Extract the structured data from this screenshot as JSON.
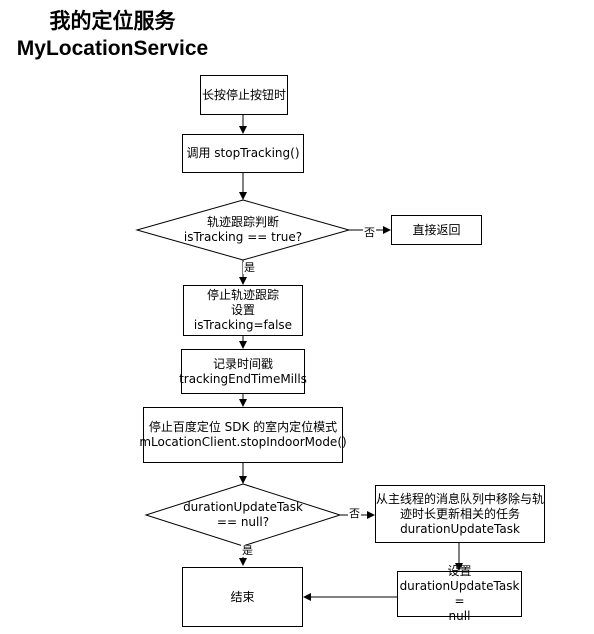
{
  "title_cn": "我的定位服务",
  "title_en": "MyLocationService",
  "nodes": {
    "long_press": "长按停止按钮时",
    "call_stop": "调用 stopTracking()",
    "check_tracking": "轨迹跟踪判断\nisTracking == true?",
    "return_direct": "直接返回",
    "stop_tracking": "停止轨迹跟踪\n设置\nisTracking=false",
    "record_time": "记录时间戳\ntrackingEndTimeMills",
    "stop_indoor": "停止百度定位 SDK 的室内定位模式\nmLocationClient.stopIndoorMode()",
    "check_task": "durationUpdateTask\n== null?",
    "remove_task": "从主线程的消息队列中移除与轨\n迹时长更新相关的任务\ndurationUpdateTask",
    "set_null": "设置\ndurationUpdateTask =\nnull",
    "end": "结束"
  },
  "edges": {
    "no": "否",
    "yes": "是"
  }
}
